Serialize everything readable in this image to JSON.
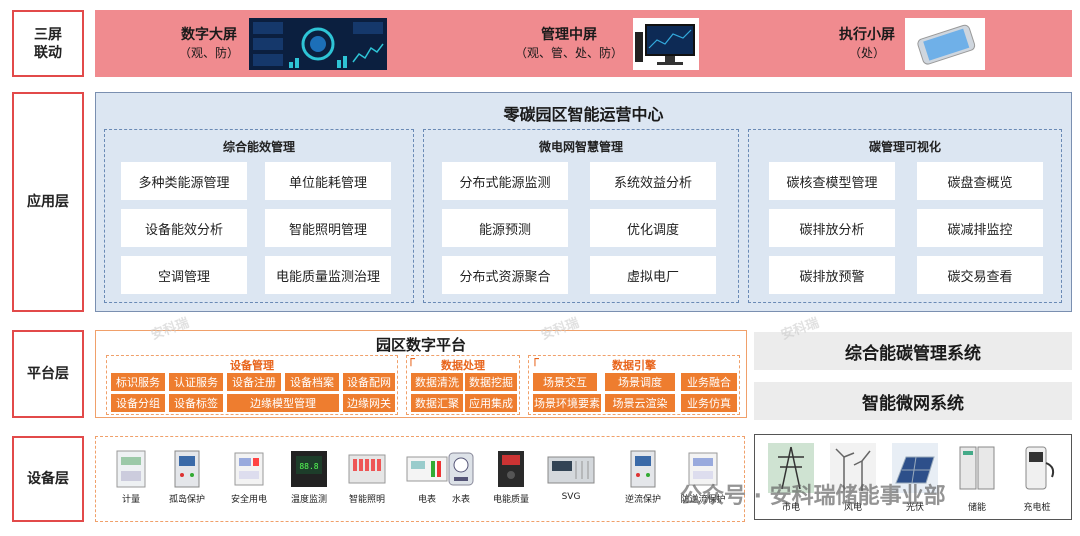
{
  "layers": {
    "screens": "三屏\n联动",
    "application": "应用层",
    "platform": "平台层",
    "device": "设备层"
  },
  "screens": [
    {
      "name": "数字大屏",
      "sub": "（观、防）"
    },
    {
      "name": "管理中屏",
      "sub": "（观、管、处、防）"
    },
    {
      "name": "执行小屏",
      "sub": "（处）"
    }
  ],
  "application": {
    "title": "零碳园区智能运营中心",
    "groups": [
      {
        "title": "综合能效管理",
        "items": [
          "多种类能源管理",
          "单位能耗管理",
          "设备能效分析",
          "智能照明管理",
          "空调管理",
          "电能质量监测治理"
        ]
      },
      {
        "title": "微电网智慧管理",
        "items": [
          "分布式能源监测",
          "系统效益分析",
          "能源预测",
          "优化调度",
          "分布式资源聚合",
          "虚拟电厂"
        ]
      },
      {
        "title": "碳管理可视化",
        "items": [
          "碳核查模型管理",
          "碳盘查概览",
          "碳排放分析",
          "碳减排监控",
          "碳排放预警",
          "碳交易查看"
        ]
      }
    ]
  },
  "platform": {
    "title": "园区数字平台",
    "device_mgmt": {
      "title": "设备管理",
      "row1": [
        "标识服务",
        "认证服务",
        "设备注册",
        "设备档案",
        "设备配网"
      ],
      "row2": [
        "设备分组",
        "设备标签",
        "边缘模型管理",
        "边缘网关"
      ]
    },
    "data_proc": {
      "title": "数据处理",
      "row1": [
        "数据清洗",
        "数据挖掘"
      ],
      "row2": [
        "数据汇聚",
        "应用集成"
      ]
    },
    "data_engine": {
      "title": "数据引擎",
      "row1": [
        "场景交互",
        "场景调度",
        "业务融合"
      ],
      "row2": [
        "场景环境要素",
        "场景云渲染",
        "业务仿真"
      ]
    }
  },
  "systems": [
    "综合能碳管理系统",
    "智能微网系统"
  ],
  "devices": [
    "计量",
    "孤岛保护",
    "安全用电",
    "温度监测",
    "智能照明",
    "电表",
    "水表",
    "电能质量",
    "SVG",
    "逆流保护",
    "防逆流保护"
  ],
  "energy": [
    "市电",
    "风电",
    "光伏",
    "储能",
    "充电桩"
  ],
  "watermark": "公众号 · 安科瑞储能事业部",
  "watermark_small": "安科瑞",
  "colors": {
    "accent_red": "#e24a4a",
    "band_pink": "#f08b8f",
    "app_blue": "#dce6f2",
    "orange": "#ee7d2f"
  }
}
